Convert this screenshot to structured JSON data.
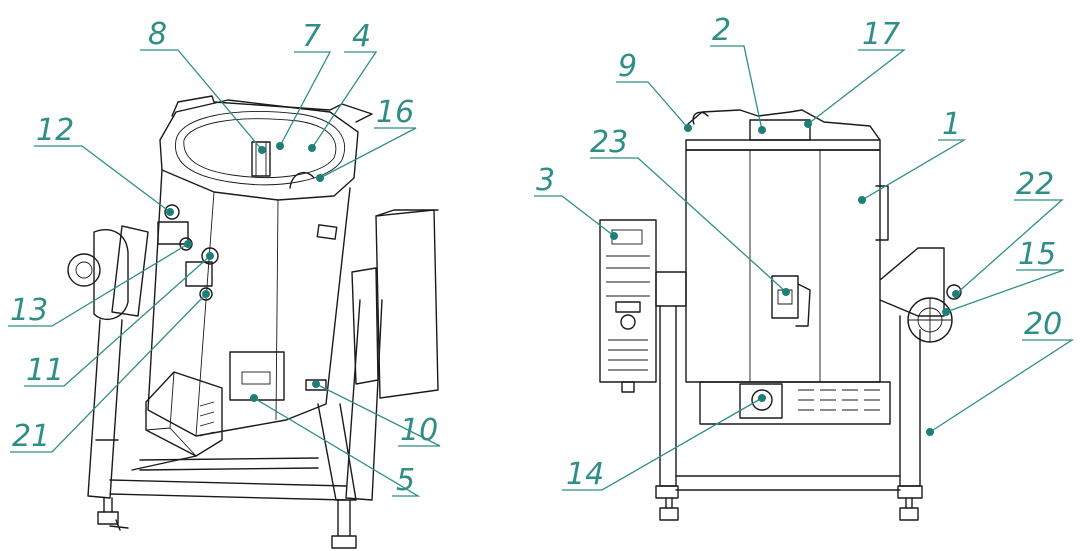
{
  "accent_color": "#2f8f87",
  "callouts": [
    {
      "id": "c1",
      "label": "1"
    },
    {
      "id": "c2",
      "label": "2"
    },
    {
      "id": "c3",
      "label": "3"
    },
    {
      "id": "c4",
      "label": "4"
    },
    {
      "id": "c5",
      "label": "5"
    },
    {
      "id": "c7",
      "label": "7"
    },
    {
      "id": "c8",
      "label": "8"
    },
    {
      "id": "c9",
      "label": "9"
    },
    {
      "id": "c10",
      "label": "10"
    },
    {
      "id": "c11",
      "label": "11"
    },
    {
      "id": "c12",
      "label": "12"
    },
    {
      "id": "c13",
      "label": "13"
    },
    {
      "id": "c14",
      "label": "14"
    },
    {
      "id": "c15",
      "label": "15"
    },
    {
      "id": "c16",
      "label": "16"
    },
    {
      "id": "c17",
      "label": "17"
    },
    {
      "id": "c20",
      "label": "20"
    },
    {
      "id": "c21",
      "label": "21"
    },
    {
      "id": "c22",
      "label": "22"
    },
    {
      "id": "c23",
      "label": "23"
    }
  ]
}
